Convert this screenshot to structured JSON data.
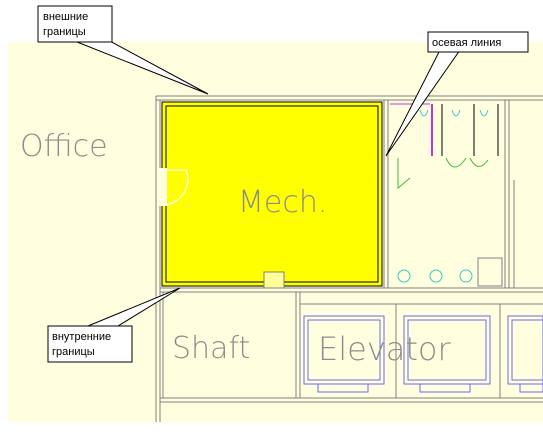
{
  "rooms": {
    "office": "Office",
    "mech": "Mech.",
    "shaft": "Shaft",
    "elevator": "Elevator"
  },
  "callouts": {
    "outer": [
      "внешние",
      "границы"
    ],
    "centerline": "осевая линия",
    "inner": [
      "внутренние",
      "границы"
    ]
  },
  "colors": {
    "background": "#ffffe0",
    "mech_fill": "#ffff00",
    "walls": "#808080",
    "mech_outline": "#000000",
    "fixtures_blue": "#6a6af0",
    "fixtures_green": "#3cbf3c",
    "fixtures_cyan": "#33cccc",
    "fixtures_magenta": "#cc33cc"
  }
}
